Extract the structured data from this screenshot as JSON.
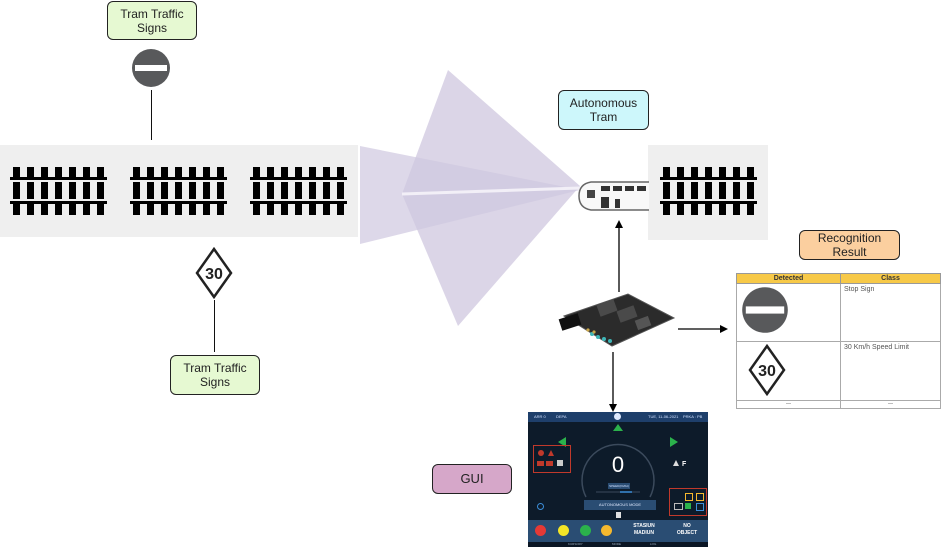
{
  "labels": {
    "top_sign_label": "Tram Traffic\nSigns",
    "bottom_sign_label": "Tram Traffic\nSigns",
    "tram_label": "Autonomous\nTram",
    "recognition_label": "Recognition\nResult",
    "gui_label": "GUI"
  },
  "signs": {
    "speed_limit_value": "30"
  },
  "recognition_table": {
    "headers": [
      "Detected",
      "Class"
    ],
    "rows": [
      {
        "detected_icon": "no-entry-sign-icon",
        "class": "Stop Sign"
      },
      {
        "detected_icon": "speed-limit-30-sign-icon",
        "detected_text": "30",
        "class": "30 Km/h Speed Limit"
      },
      {
        "detected_icon": "",
        "class": "..."
      }
    ],
    "last_row": [
      "—",
      "—"
    ]
  },
  "gui_screen": {
    "top_left_1": "ARR 0",
    "top_left_2": "DEPA",
    "top_right_1": "TUE, 11-06-2021",
    "top_right_2": "PRKA : PB",
    "speed_value": "0",
    "speed_unit": "SPEED(KM/H)",
    "mode_label": "AUTONOMOUS MODE",
    "gear": "F",
    "station": "STASIUN\nMADIUN",
    "object_status": "NO\nOBJECT",
    "footer_items": [
      "KURSORY",
      "MODE",
      "LOG"
    ],
    "status_lights": [
      "#e53935",
      "#f4e526",
      "#2bb24c",
      "#f5b82e"
    ]
  },
  "colors": {
    "top_label_bg": "#e6f9d2",
    "bottom_label_bg": "#e6f9d2",
    "tram_label_bg": "#cdf7fb",
    "recognition_label_bg": "#fbcf9f",
    "gui_label_bg": "#d6a7c9",
    "sensor_cone": "#cfc7df",
    "table_header": "#f7c948"
  }
}
